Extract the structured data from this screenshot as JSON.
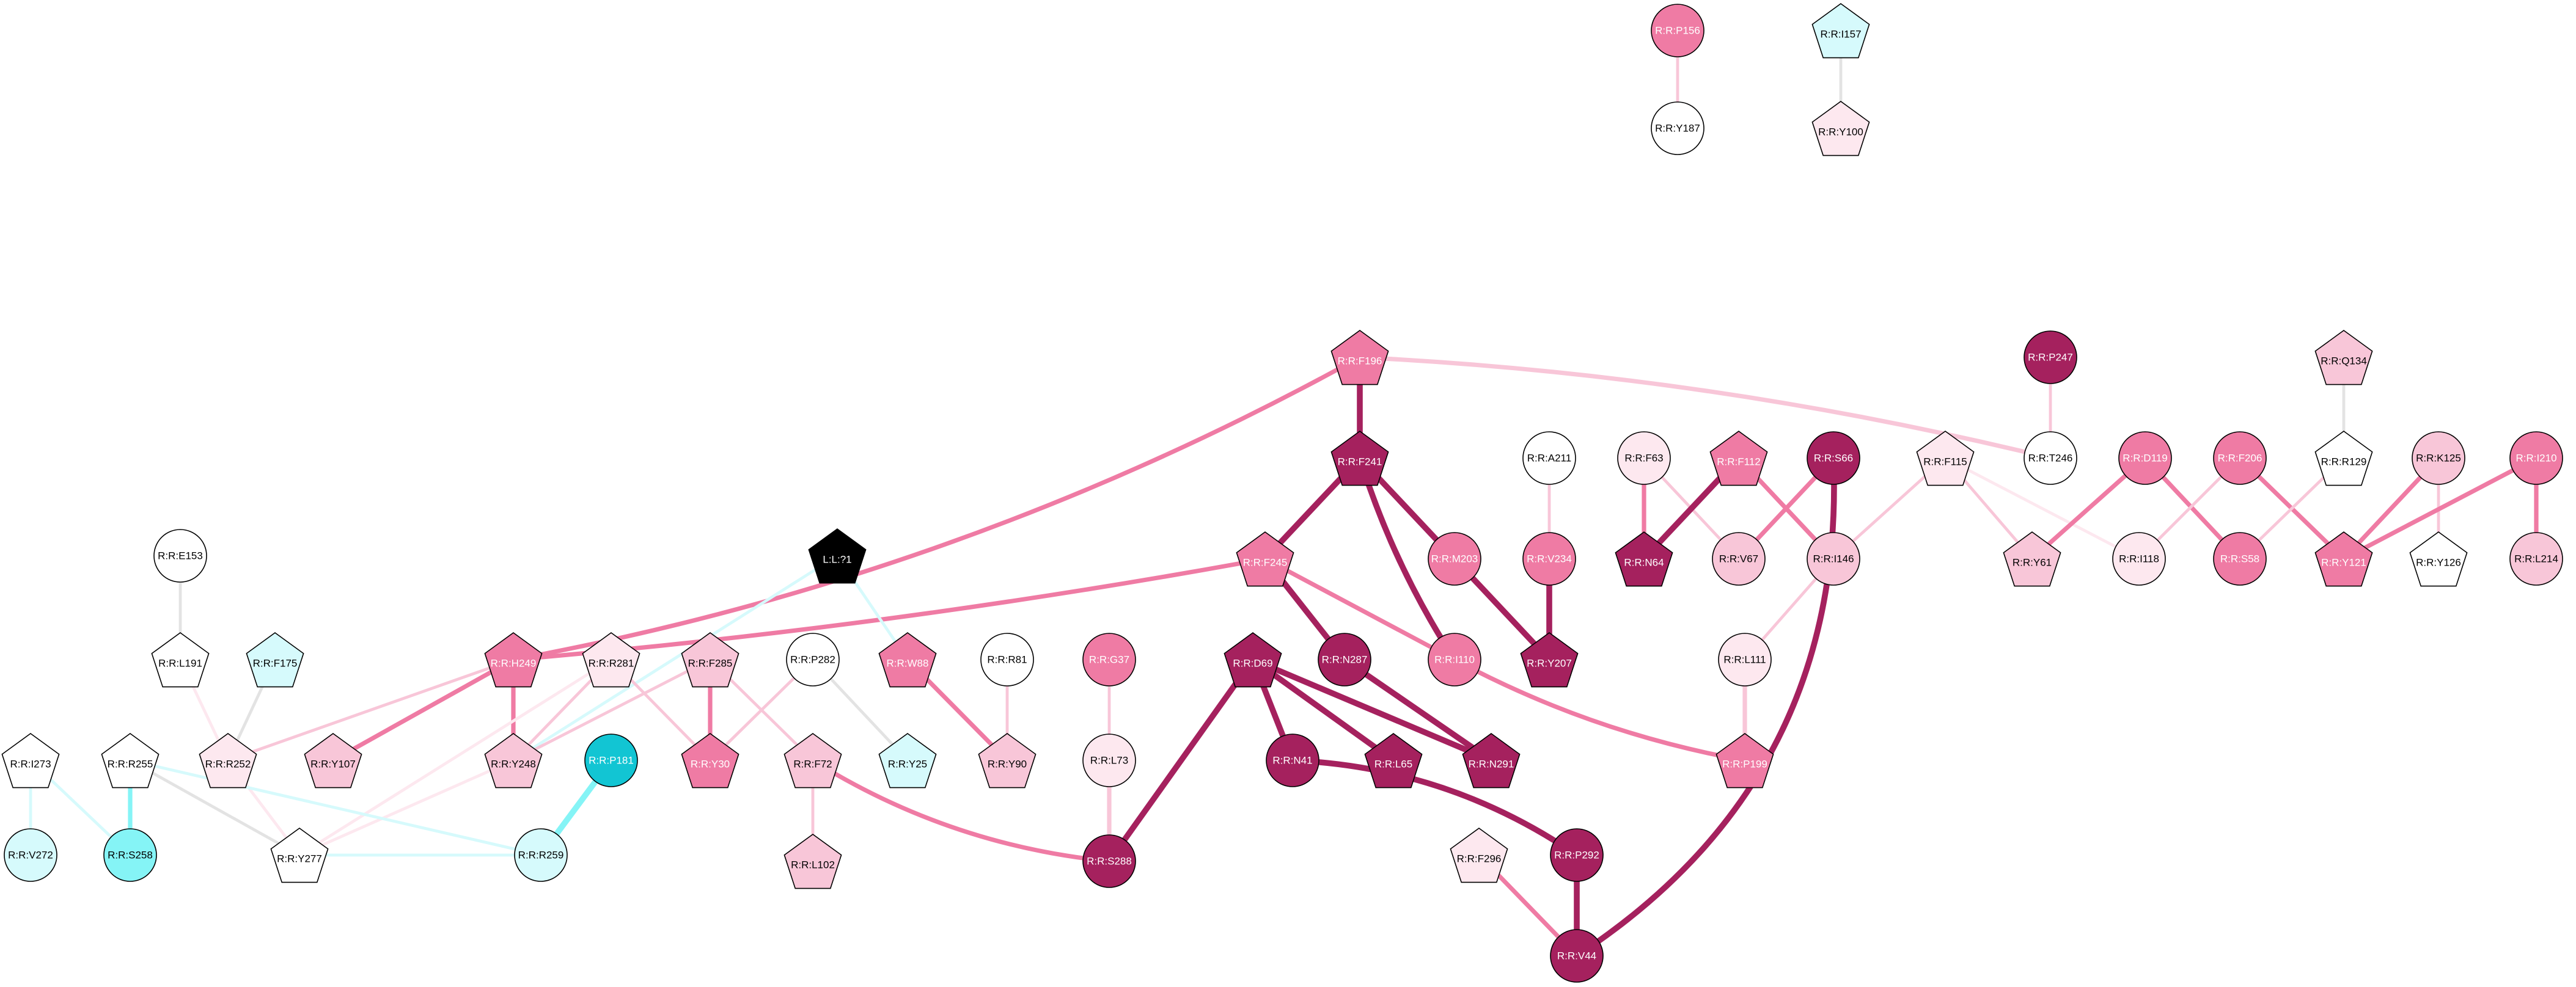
{
  "palette": {
    "white": "#ffffff",
    "pink_pale": "#fde8ef",
    "pink_light": "#f8c6d8",
    "pink_mid": "#ef7ba4",
    "magenta_dark": "#a5215e",
    "cyan_pale": "#d6fafc",
    "cyan_mid": "#85f4f6",
    "cyan_dark": "#12c5d3",
    "black": "#000000",
    "edge_grey": "#e3e3e3"
  },
  "nodes": [
    {
      "id": "P156",
      "label": "R:R:P156",
      "shape": "circle",
      "color": "pink_mid"
    },
    {
      "id": "Y187",
      "label": "R:R:Y187",
      "shape": "circle",
      "color": "white"
    },
    {
      "id": "I157",
      "label": "R:R:I157",
      "shape": "pentagon",
      "color": "cyan_pale"
    },
    {
      "id": "Y100",
      "label": "R:R:Y100",
      "shape": "pentagon",
      "color": "pink_pale"
    },
    {
      "id": "F196",
      "label": "R:R:F196",
      "shape": "pentagon",
      "color": "pink_mid"
    },
    {
      "id": "F241",
      "label": "R:R:F241",
      "shape": "pentagon",
      "color": "magenta_dark"
    },
    {
      "id": "F245",
      "label": "R:R:F245",
      "shape": "pentagon",
      "color": "pink_mid"
    },
    {
      "id": "M203",
      "label": "R:R:M203",
      "shape": "circle",
      "color": "pink_mid"
    },
    {
      "id": "A211",
      "label": "R:R:A211",
      "shape": "circle",
      "color": "white"
    },
    {
      "id": "V234",
      "label": "R:R:V234",
      "shape": "circle",
      "color": "pink_mid"
    },
    {
      "id": "Y207",
      "label": "R:R:Y207",
      "shape": "pentagon",
      "color": "magenta_dark"
    },
    {
      "id": "N287",
      "label": "R:R:N287",
      "shape": "circle",
      "color": "magenta_dark"
    },
    {
      "id": "I110",
      "label": "R:R:I110",
      "shape": "circle",
      "color": "pink_mid"
    },
    {
      "id": "F63",
      "label": "R:R:F63",
      "shape": "circle",
      "color": "pink_pale"
    },
    {
      "id": "F112",
      "label": "R:R:F112",
      "shape": "pentagon",
      "color": "pink_mid"
    },
    {
      "id": "S66",
      "label": "R:R:S66",
      "shape": "circle",
      "color": "magenta_dark"
    },
    {
      "id": "N64",
      "label": "R:R:N64",
      "shape": "pentagon",
      "color": "magenta_dark"
    },
    {
      "id": "V67",
      "label": "R:R:V67",
      "shape": "circle",
      "color": "pink_light"
    },
    {
      "id": "I146",
      "label": "R:R:I146",
      "shape": "circle",
      "color": "pink_light"
    },
    {
      "id": "F115",
      "label": "R:R:F115",
      "shape": "pentagon",
      "color": "pink_pale"
    },
    {
      "id": "L111",
      "label": "R:R:L111",
      "shape": "circle",
      "color": "pink_pale"
    },
    {
      "id": "P199",
      "label": "R:R:P199",
      "shape": "pentagon",
      "color": "pink_mid"
    },
    {
      "id": "P247",
      "label": "R:R:P247",
      "shape": "circle",
      "color": "magenta_dark"
    },
    {
      "id": "T246",
      "label": "R:R:T246",
      "shape": "circle",
      "color": "white"
    },
    {
      "id": "D119",
      "label": "R:R:D119",
      "shape": "circle",
      "color": "pink_mid"
    },
    {
      "id": "Y61",
      "label": "R:R:Y61",
      "shape": "pentagon",
      "color": "pink_light"
    },
    {
      "id": "I118",
      "label": "R:R:I118",
      "shape": "circle",
      "color": "pink_pale"
    },
    {
      "id": "F206",
      "label": "R:R:F206",
      "shape": "circle",
      "color": "pink_mid"
    },
    {
      "id": "S58",
      "label": "R:R:S58",
      "shape": "circle",
      "color": "pink_mid"
    },
    {
      "id": "Q134",
      "label": "R:R:Q134",
      "shape": "pentagon",
      "color": "pink_light"
    },
    {
      "id": "R129",
      "label": "R:R:R129",
      "shape": "pentagon",
      "color": "white"
    },
    {
      "id": "Y121",
      "label": "R:R:Y121",
      "shape": "pentagon",
      "color": "pink_mid"
    },
    {
      "id": "K125",
      "label": "R:R:K125",
      "shape": "circle",
      "color": "pink_light"
    },
    {
      "id": "Y126",
      "label": "R:R:Y126",
      "shape": "pentagon",
      "color": "white"
    },
    {
      "id": "I210",
      "label": "R:R:I210",
      "shape": "circle",
      "color": "pink_mid"
    },
    {
      "id": "L214",
      "label": "R:R:L214",
      "shape": "circle",
      "color": "pink_light"
    },
    {
      "id": "E153",
      "label": "R:R:E153",
      "shape": "circle",
      "color": "white"
    },
    {
      "id": "L191",
      "label": "R:R:L191",
      "shape": "pentagon",
      "color": "white"
    },
    {
      "id": "F175",
      "label": "R:R:F175",
      "shape": "pentagon",
      "color": "cyan_pale"
    },
    {
      "id": "R252",
      "label": "R:R:R252",
      "shape": "pentagon",
      "color": "pink_pale"
    },
    {
      "id": "L71",
      "label": "L:L:?1",
      "shape": "pentagon",
      "color": "black"
    },
    {
      "id": "H249",
      "label": "R:R:H249",
      "shape": "pentagon",
      "color": "pink_mid"
    },
    {
      "id": "Y107",
      "label": "R:R:Y107",
      "shape": "pentagon",
      "color": "pink_light"
    },
    {
      "id": "Y248",
      "label": "R:R:Y248",
      "shape": "pentagon",
      "color": "pink_light"
    },
    {
      "id": "R281",
      "label": "R:R:R281",
      "shape": "pentagon",
      "color": "pink_pale"
    },
    {
      "id": "F285",
      "label": "R:R:F285",
      "shape": "pentagon",
      "color": "pink_light"
    },
    {
      "id": "Y30",
      "label": "R:R:Y30",
      "shape": "pentagon",
      "color": "pink_mid"
    },
    {
      "id": "P282",
      "label": "R:R:P282",
      "shape": "circle",
      "color": "white"
    },
    {
      "id": "W88",
      "label": "R:R:W88",
      "shape": "pentagon",
      "color": "pink_mid"
    },
    {
      "id": "Y25",
      "label": "R:R:Y25",
      "shape": "pentagon",
      "color": "cyan_pale"
    },
    {
      "id": "R81",
      "label": "R:R:R81",
      "shape": "circle",
      "color": "white"
    },
    {
      "id": "Y90",
      "label": "R:R:Y90",
      "shape": "pentagon",
      "color": "pink_light"
    },
    {
      "id": "G37",
      "label": "R:R:G37",
      "shape": "circle",
      "color": "pink_mid"
    },
    {
      "id": "L73",
      "label": "R:R:L73",
      "shape": "circle",
      "color": "pink_pale"
    },
    {
      "id": "S288",
      "label": "R:R:S288",
      "shape": "circle",
      "color": "magenta_dark"
    },
    {
      "id": "F72",
      "label": "R:R:F72",
      "shape": "pentagon",
      "color": "pink_light"
    },
    {
      "id": "L102",
      "label": "R:R:L102",
      "shape": "pentagon",
      "color": "pink_light"
    },
    {
      "id": "D69",
      "label": "R:R:D69",
      "shape": "pentagon",
      "color": "magenta_dark"
    },
    {
      "id": "N41",
      "label": "R:R:N41",
      "shape": "circle",
      "color": "magenta_dark"
    },
    {
      "id": "L65",
      "label": "R:R:L65",
      "shape": "pentagon",
      "color": "magenta_dark"
    },
    {
      "id": "N291",
      "label": "R:R:N291",
      "shape": "pentagon",
      "color": "magenta_dark"
    },
    {
      "id": "P292",
      "label": "R:R:P292",
      "shape": "circle",
      "color": "magenta_dark"
    },
    {
      "id": "F296",
      "label": "R:R:F296",
      "shape": "pentagon",
      "color": "pink_pale"
    },
    {
      "id": "V44",
      "label": "R:R:V44",
      "shape": "circle",
      "color": "magenta_dark"
    },
    {
      "id": "I273",
      "label": "R:R:I273",
      "shape": "pentagon",
      "color": "white"
    },
    {
      "id": "V272",
      "label": "R:R:V272",
      "shape": "circle",
      "color": "cyan_pale"
    },
    {
      "id": "R255",
      "label": "R:R:R255",
      "shape": "pentagon",
      "color": "white"
    },
    {
      "id": "S258",
      "label": "R:R:S258",
      "shape": "circle",
      "color": "cyan_mid"
    },
    {
      "id": "Y277",
      "label": "R:R:Y277",
      "shape": "pentagon",
      "color": "white"
    },
    {
      "id": "P181",
      "label": "R:R:P181",
      "shape": "circle",
      "color": "cyan_dark"
    },
    {
      "id": "R259",
      "label": "R:R:R259",
      "shape": "circle",
      "color": "cyan_pale"
    }
  ],
  "edges": [
    {
      "source": "P156",
      "target": "Y187",
      "color": "pink_light",
      "weight": 2
    },
    {
      "source": "I157",
      "target": "Y100",
      "color": "edge_grey",
      "weight": 2
    },
    {
      "source": "F196",
      "target": "F241",
      "color": "magenta_dark",
      "weight": 4
    },
    {
      "source": "F196",
      "target": "H249",
      "color": "pink_mid",
      "weight": 3
    },
    {
      "source": "F196",
      "target": "T246",
      "color": "pink_light",
      "weight": 3
    },
    {
      "source": "F241",
      "target": "F245",
      "color": "magenta_dark",
      "weight": 4
    },
    {
      "source": "F241",
      "target": "M203",
      "color": "magenta_dark",
      "weight": 4
    },
    {
      "source": "F241",
      "target": "I110",
      "color": "magenta_dark",
      "weight": 4
    },
    {
      "source": "F245",
      "target": "N287",
      "color": "magenta_dark",
      "weight": 4
    },
    {
      "source": "F245",
      "target": "I110",
      "color": "pink_mid",
      "weight": 3
    },
    {
      "source": "F245",
      "target": "H249",
      "color": "pink_mid",
      "weight": 3
    },
    {
      "source": "M203",
      "target": "Y207",
      "color": "magenta_dark",
      "weight": 4
    },
    {
      "source": "A211",
      "target": "V234",
      "color": "pink_light",
      "weight": 2
    },
    {
      "source": "V234",
      "target": "Y207",
      "color": "magenta_dark",
      "weight": 4
    },
    {
      "source": "N287",
      "target": "N291",
      "color": "magenta_dark",
      "weight": 4
    },
    {
      "source": "I110",
      "target": "P199",
      "color": "pink_mid",
      "weight": 3
    },
    {
      "source": "F63",
      "target": "N64",
      "color": "pink_mid",
      "weight": 3
    },
    {
      "source": "F63",
      "target": "V67",
      "color": "pink_light",
      "weight": 2
    },
    {
      "source": "F112",
      "target": "N64",
      "color": "magenta_dark",
      "weight": 4
    },
    {
      "source": "F112",
      "target": "I146",
      "color": "pink_mid",
      "weight": 3
    },
    {
      "source": "S66",
      "target": "V67",
      "color": "pink_mid",
      "weight": 3
    },
    {
      "source": "S66",
      "target": "V44",
      "color": "magenta_dark",
      "weight": 4
    },
    {
      "source": "F115",
      "target": "I146",
      "color": "pink_light",
      "weight": 2
    },
    {
      "source": "F115",
      "target": "Y61",
      "color": "pink_light",
      "weight": 2
    },
    {
      "source": "F115",
      "target": "I118",
      "color": "pink_pale",
      "weight": 2
    },
    {
      "source": "I146",
      "target": "L111",
      "color": "pink_light",
      "weight": 2
    },
    {
      "source": "L111",
      "target": "P199",
      "color": "pink_light",
      "weight": 3
    },
    {
      "source": "P247",
      "target": "T246",
      "color": "pink_light",
      "weight": 2
    },
    {
      "source": "D119",
      "target": "Y61",
      "color": "pink_mid",
      "weight": 3
    },
    {
      "source": "D119",
      "target": "S58",
      "color": "pink_mid",
      "weight": 3
    },
    {
      "source": "F206",
      "target": "I118",
      "color": "pink_light",
      "weight": 2
    },
    {
      "source": "F206",
      "target": "Y121",
      "color": "pink_mid",
      "weight": 3
    },
    {
      "source": "Q134",
      "target": "R129",
      "color": "edge_grey",
      "weight": 2
    },
    {
      "source": "R129",
      "target": "S58",
      "color": "pink_light",
      "weight": 2
    },
    {
      "source": "K125",
      "target": "Y121",
      "color": "pink_mid",
      "weight": 3
    },
    {
      "source": "K125",
      "target": "Y126",
      "color": "pink_light",
      "weight": 2
    },
    {
      "source": "I210",
      "target": "Y121",
      "color": "pink_mid",
      "weight": 3
    },
    {
      "source": "I210",
      "target": "L214",
      "color": "pink_mid",
      "weight": 3
    },
    {
      "source": "E153",
      "target": "L191",
      "color": "edge_grey",
      "weight": 2
    },
    {
      "source": "L191",
      "target": "R252",
      "color": "pink_pale",
      "weight": 2
    },
    {
      "source": "F175",
      "target": "R252",
      "color": "edge_grey",
      "weight": 2
    },
    {
      "source": "R252",
      "target": "H249",
      "color": "pink_light",
      "weight": 2
    },
    {
      "source": "R252",
      "target": "Y277",
      "color": "pink_pale",
      "weight": 2
    },
    {
      "source": "L71",
      "target": "W88",
      "color": "cyan_pale",
      "weight": 2
    },
    {
      "source": "L71",
      "target": "Y248",
      "color": "cyan_pale",
      "weight": 2
    },
    {
      "source": "H249",
      "target": "Y107",
      "color": "pink_mid",
      "weight": 3
    },
    {
      "source": "H249",
      "target": "Y248",
      "color": "pink_mid",
      "weight": 3
    },
    {
      "source": "R281",
      "target": "Y248",
      "color": "pink_light",
      "weight": 2
    },
    {
      "source": "R281",
      "target": "Y30",
      "color": "pink_light",
      "weight": 2
    },
    {
      "source": "R281",
      "target": "Y277",
      "color": "pink_pale",
      "weight": 2
    },
    {
      "source": "F285",
      "target": "Y30",
      "color": "pink_mid",
      "weight": 3
    },
    {
      "source": "F285",
      "target": "Y248",
      "color": "pink_light",
      "weight": 2
    },
    {
      "source": "F285",
      "target": "F72",
      "color": "pink_light",
      "weight": 2
    },
    {
      "source": "P282",
      "target": "Y30",
      "color": "pink_light",
      "weight": 2
    },
    {
      "source": "P282",
      "target": "Y25",
      "color": "edge_grey",
      "weight": 2
    },
    {
      "source": "Y248",
      "target": "Y277",
      "color": "pink_pale",
      "weight": 2
    },
    {
      "source": "W88",
      "target": "Y90",
      "color": "pink_mid",
      "weight": 3
    },
    {
      "source": "R81",
      "target": "Y90",
      "color": "pink_light",
      "weight": 2
    },
    {
      "source": "G37",
      "target": "L73",
      "color": "pink_light",
      "weight": 2
    },
    {
      "source": "L73",
      "target": "S288",
      "color": "pink_light",
      "weight": 3
    },
    {
      "source": "F72",
      "target": "L102",
      "color": "pink_light",
      "weight": 2
    },
    {
      "source": "F72",
      "target": "S288",
      "color": "pink_mid",
      "weight": 3
    },
    {
      "source": "D69",
      "target": "S288",
      "color": "magenta_dark",
      "weight": 4
    },
    {
      "source": "D69",
      "target": "N41",
      "color": "magenta_dark",
      "weight": 4
    },
    {
      "source": "D69",
      "target": "L65",
      "color": "magenta_dark",
      "weight": 4
    },
    {
      "source": "D69",
      "target": "N291",
      "color": "magenta_dark",
      "weight": 4
    },
    {
      "source": "N41",
      "target": "P292",
      "color": "magenta_dark",
      "weight": 4
    },
    {
      "source": "P292",
      "target": "V44",
      "color": "magenta_dark",
      "weight": 4
    },
    {
      "source": "F296",
      "target": "V44",
      "color": "pink_mid",
      "weight": 3
    },
    {
      "source": "I273",
      "target": "V272",
      "color": "cyan_pale",
      "weight": 2
    },
    {
      "source": "I273",
      "target": "S258",
      "color": "cyan_pale",
      "weight": 2
    },
    {
      "source": "R255",
      "target": "S258",
      "color": "cyan_mid",
      "weight": 3
    },
    {
      "source": "R255",
      "target": "R259",
      "color": "cyan_pale",
      "weight": 2
    },
    {
      "source": "R255",
      "target": "Y277",
      "color": "edge_grey",
      "weight": 2
    },
    {
      "source": "P181",
      "target": "R259",
      "color": "cyan_mid",
      "weight": 4
    },
    {
      "source": "Y277",
      "target": "R259",
      "color": "cyan_pale",
      "weight": 2
    }
  ]
}
